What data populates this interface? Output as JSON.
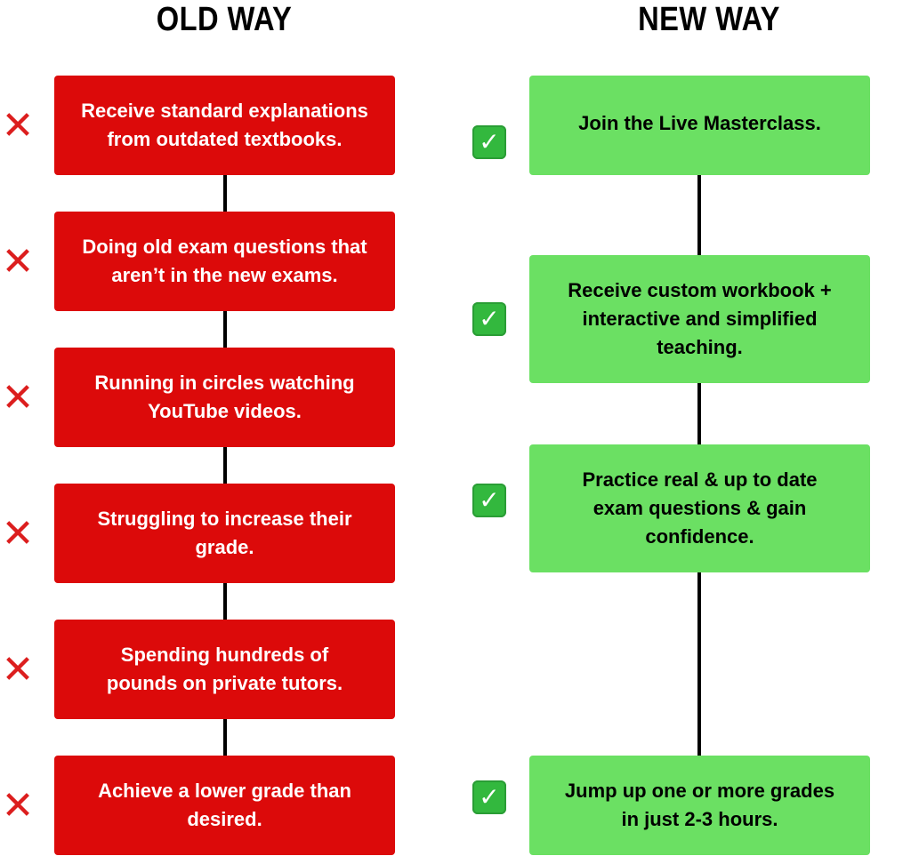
{
  "headings": {
    "old": "OLD WAY",
    "new": "NEW WAY"
  },
  "old_way": {
    "steps": [
      {
        "lines": [
          "Receive standard explanations",
          "from outdated textbooks."
        ]
      },
      {
        "lines": [
          "Doing old exam questions that",
          "aren’t in the new exams."
        ]
      },
      {
        "lines": [
          "Running in circles watching",
          "YouTube videos."
        ]
      },
      {
        "lines": [
          "Struggling to increase their",
          "grade."
        ]
      },
      {
        "lines": [
          "Spending hundreds of",
          "pounds on private tutors."
        ]
      },
      {
        "lines": [
          "Achieve a lower grade than",
          "desired."
        ]
      }
    ],
    "marker_icon": "cross-mark-icon",
    "box_color": "#dc0a0a",
    "text_color": "#ffffff"
  },
  "new_way": {
    "steps": [
      {
        "lines": [
          "Join the Live Masterclass."
        ]
      },
      {
        "lines": [
          "Receive custom workbook +",
          "interactive and simplified",
          "teaching."
        ]
      },
      {
        "lines": [
          "Practice real & up to date",
          "exam questions & gain",
          "confidence."
        ]
      },
      {
        "lines": [
          "Jump up one or more grades",
          "in just 2-3 hours."
        ]
      }
    ],
    "marker_icon": "check-mark-button-icon",
    "box_color": "#6be063",
    "text_color": "#000000"
  },
  "colors": {
    "connector": "#000000",
    "cross_mark": "#dc1e1e",
    "check_bg": "#33b83e"
  }
}
